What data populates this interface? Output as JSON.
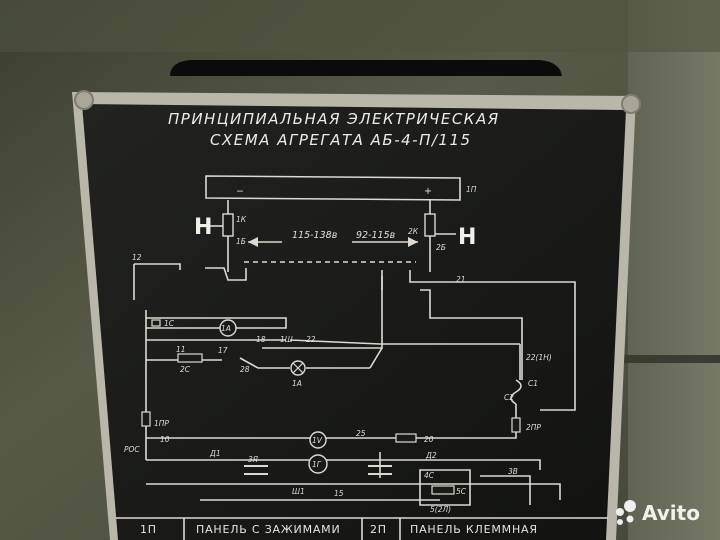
{
  "plate": {
    "title_line1": "ПРИНЦИПИАЛЬНАЯ ЭЛЕКТРИЧЕСКАЯ",
    "title_line2": "СХЕМА АГРЕГАТА АБ-4-П/115"
  },
  "schematic": {
    "minus_sign": "−",
    "plus_sign": "+",
    "terminal_1p": "1П",
    "left_handle_letter": "Н",
    "right_handle_letter": "Н",
    "label_1k": "1К",
    "label_2k": "2К",
    "label_1b": "1Б",
    "label_2b": "2Б",
    "range_left": "115-138в",
    "range_right": "92-115в",
    "label_12": "12",
    "label_18": "18",
    "label_21": "21",
    "label_22": "22",
    "label_1c": "1С",
    "label_11": "11",
    "label_2c": "2С",
    "label_17": "17",
    "label_28": "28",
    "label_1sh": "1Ш",
    "label_1a": "1А",
    "meter_ammeter": "1А",
    "meter_voltmeter": "1V",
    "meter_generator": "1Г",
    "label_22_1n": "22(1Н)",
    "label_c1": "С1",
    "label_c2": "С2",
    "label_2pr": "2ПР",
    "label_1pr": "1ПР",
    "label_ros": "РОС",
    "label_10": "10",
    "label_25": "25",
    "label_20": "20",
    "label_d1": "Д1",
    "label_d2": "Д2",
    "label_3e": "3Я",
    "label_4c": "4С",
    "label_3v": "3В",
    "label_15": "15",
    "label_sh1": "Ш1",
    "label_5c": "5С",
    "label_bottom": "5(2Л)"
  },
  "table": {
    "col1": "1П",
    "col2": "ПАНЕЛЬ С ЗАЖИМАМИ",
    "col3": "2П",
    "col4": "ПАНЕЛЬ КЛЕММНАЯ"
  },
  "watermark": {
    "brand": "Avito"
  },
  "colors": {
    "plate": "#1b1c1a",
    "frame": "#b8b5a8",
    "wall": "#4a4d3a",
    "ink": "#e0ded4"
  }
}
